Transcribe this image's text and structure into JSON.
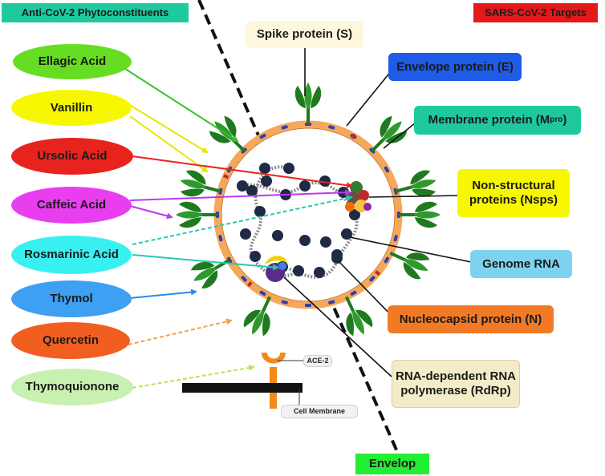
{
  "headers": {
    "left": {
      "text": "Anti-CoV-2 Phytoconstituents",
      "color": "#1fc9a0"
    },
    "right": {
      "text": "SARS-CoV-2 Targets",
      "color": "#e41a1a"
    }
  },
  "phytoconstituents": [
    {
      "name": "Ellagic Acid",
      "fill": "#66dd22",
      "arrow": "#33c425"
    },
    {
      "name": "Vanillin",
      "fill": "#f7f700",
      "arrow": "#e6e600"
    },
    {
      "name": "Ursolic Acid",
      "fill": "#e8231e",
      "arrow": "#e8231e"
    },
    {
      "name": "Caffeic Acid",
      "fill": "#e83ef0",
      "arrow": "#c035f0"
    },
    {
      "name": "Rosmarinic Acid",
      "fill": "#39f0f0",
      "arrow": "#25c9b3"
    },
    {
      "name": "Thymol",
      "fill": "#3da0f2",
      "arrow": "#2a8af0"
    },
    {
      "name": "Quercetin",
      "fill": "#f25e1f",
      "arrow": "#f2a24a"
    },
    {
      "name": "Thymoquionone",
      "fill": "#c8f0b0",
      "arrow": "#b5e655"
    }
  ],
  "targets": {
    "spike": {
      "text": "Spike protein (S)",
      "fill": "#fdf8dd"
    },
    "envelope": {
      "text": "Envelope protein (E)",
      "fill": "#1e5be6"
    },
    "membrane": {
      "text": "Membrane protein (M",
      "sup": "pro",
      "close": ")",
      "fill": "#1fc9a0"
    },
    "nsps": {
      "line1": "Non-structural",
      "line2": "proteins (Nsps)",
      "fill": "#f7f700"
    },
    "genome": {
      "text": "Genome RNA",
      "fill": "#7dd3ef"
    },
    "nucleocapsid": {
      "text": "Nucleocapsid protein (N)",
      "fill": "#f27a26"
    },
    "rdrp": {
      "line1": "RNA-dependent RNA",
      "line2": "polymerase (RdRp)",
      "fill": "#f4ecc9"
    }
  },
  "small_labels": {
    "ace2": "ACE-2",
    "cell_membrane": "Cell Membrane"
  },
  "envelop_label": {
    "text": "Envelop",
    "fill": "#22ee33"
  },
  "colors": {
    "membrane_ring": "#f5a75a",
    "spike_green": "#1f7a1f",
    "rna_bead": "#1f2a44",
    "ace2_orange": "#f08a1a"
  }
}
